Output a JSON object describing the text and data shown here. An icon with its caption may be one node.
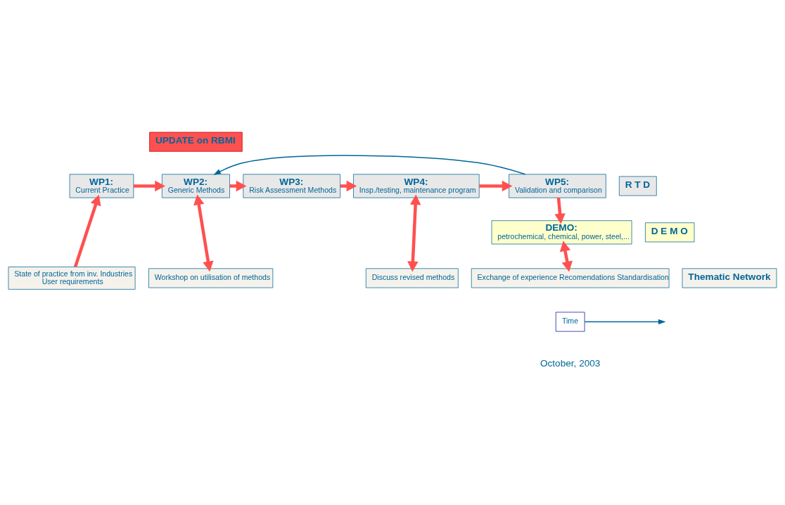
{
  "diagram": {
    "nodes": [
      {
        "text": [
          "UPDATE on RBMI"
        ]
      },
      {
        "text": [
          "R T D"
        ]
      },
      {
        "text": [
          "WP1:",
          "Current Practice"
        ]
      },
      {
        "text": [
          "WP2:",
          "Generic Methods"
        ]
      },
      {
        "text": [
          "WP3:",
          "Risk Assessment Methods"
        ]
      },
      {
        "text": [
          "WP4:",
          "Insp./testing, maintenance program"
        ]
      },
      {
        "text": [
          "WP5:",
          "Validation and comparison"
        ]
      },
      {
        "text": [
          "DEMO:",
          "petrochemical, chemical, power, steel,..."
        ]
      },
      {
        "text": [
          "D E M O"
        ]
      },
      {
        "text": [
          "State of practice from inv. Industries",
          "User requirements"
        ]
      },
      {
        "text": [
          "Workshop on utilisation of methods"
        ]
      },
      {
        "text": [
          "Discuss revised methods"
        ]
      },
      {
        "text": [
          "Exchange of experience Recomendations Standardisation"
        ]
      },
      {
        "text": [
          "Thematic Network"
        ]
      },
      {
        "text": [
          "Time"
        ]
      }
    ],
    "edges": [
      {
        "from": 6,
        "to": 3,
        "arrow": "to",
        "color": "#00669a"
      },
      {
        "from": 2,
        "to": 3,
        "arrow": "to"
      },
      {
        "from": 3,
        "to": 4,
        "arrow": "to"
      },
      {
        "from": 4,
        "to": 5,
        "arrow": "to"
      },
      {
        "from": 5,
        "to": 6,
        "arrow": "to"
      },
      {
        "from": 9,
        "to": 2,
        "arrow": "to"
      },
      {
        "from": 3,
        "to": 10,
        "arrow": "both"
      },
      {
        "from": 5,
        "to": 11,
        "arrow": "both"
      },
      {
        "from": 6,
        "to": 7,
        "arrow": "to"
      },
      {
        "from": 7,
        "to": 12,
        "arrow": "both"
      },
      {
        "from": 14,
        "to": null,
        "arrow": "to",
        "color": "#00669a"
      }
    ],
    "labels": [
      "October, 2003"
    ]
  }
}
